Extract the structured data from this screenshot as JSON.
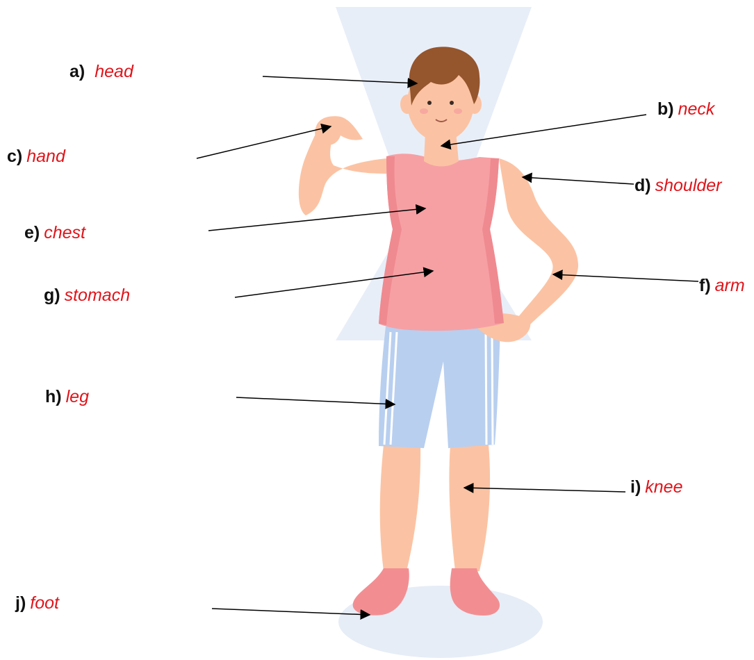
{
  "labels": [
    {
      "id": "a",
      "letter": "a)",
      "word": "head"
    },
    {
      "id": "b",
      "letter": "b)",
      "word": "neck"
    },
    {
      "id": "c",
      "letter": "c)",
      "word": "hand"
    },
    {
      "id": "d",
      "letter": "d)",
      "word": "shoulder"
    },
    {
      "id": "e",
      "letter": "e)",
      "word": "chest"
    },
    {
      "id": "f",
      "letter": "f)",
      "word": "arm"
    },
    {
      "id": "g",
      "letter": "g)",
      "word": "stomach"
    },
    {
      "id": "h",
      "letter": "h)",
      "word": "leg"
    },
    {
      "id": "i",
      "letter": "i)",
      "word": "knee"
    },
    {
      "id": "j",
      "letter": "j)",
      "word": "foot"
    }
  ],
  "colors": {
    "answer_text": "#e0141a",
    "letter_text": "#111111",
    "shirt": "#f6a0a4",
    "shorts": "#b7cfee",
    "skin": "#fbc8a8",
    "hair": "#96562e",
    "background_beam": "#e9eef8"
  }
}
